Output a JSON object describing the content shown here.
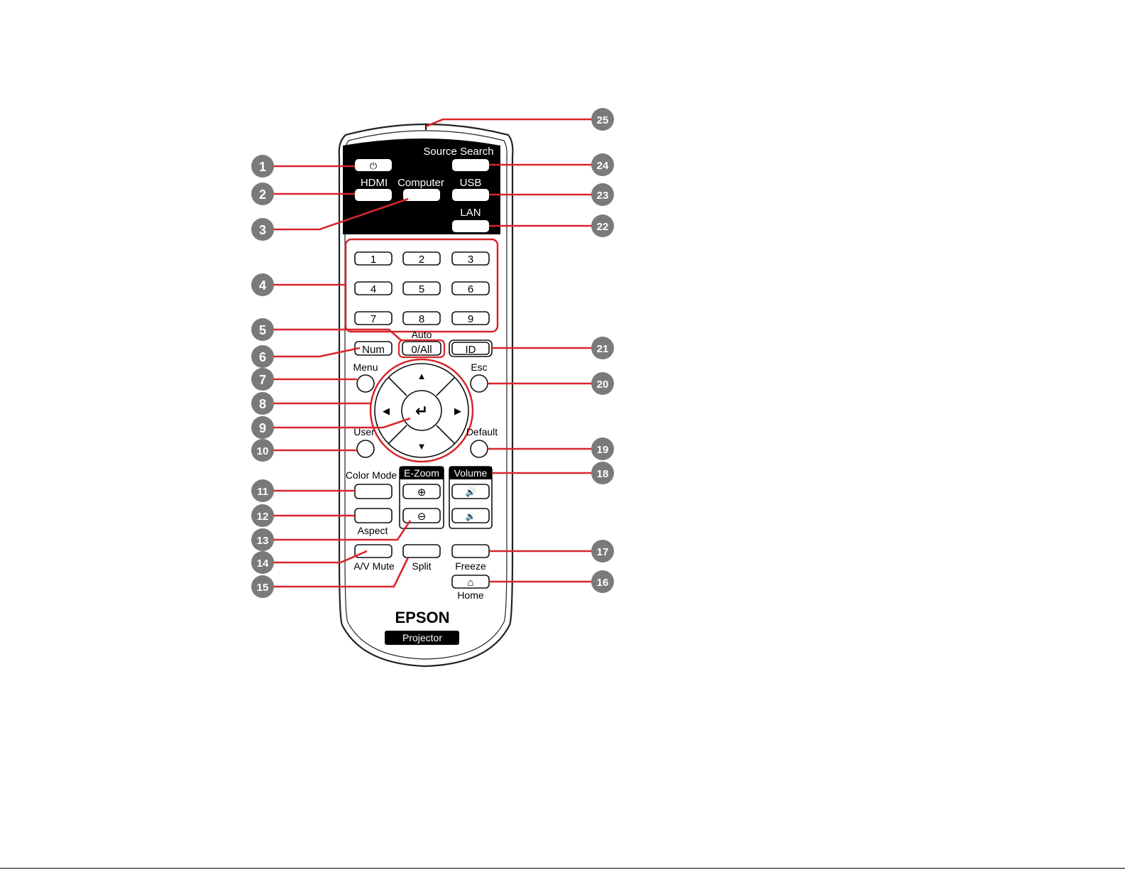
{
  "colors": {
    "callout": "#d7262c",
    "badge": "#7a7a7a",
    "panel": "#000000",
    "body_fill": "#ffffff",
    "outline": "#222222"
  },
  "remote": {
    "brand": "EPSON",
    "badge": "Projector",
    "power_icon": "power-icon",
    "source_labels": {
      "hdmi": "HDMI",
      "computer": "Computer",
      "source_search": "Source Search",
      "usb": "USB",
      "lan": "LAN"
    },
    "numpad": [
      "1",
      "2",
      "3",
      "4",
      "5",
      "6",
      "7",
      "8",
      "9"
    ],
    "auto_label": "Auto",
    "zero_all": "0/All",
    "num": "Num",
    "id": "ID",
    "menu": "Menu",
    "esc": "Esc",
    "user": "User",
    "default": "Default",
    "color_mode": "Color Mode",
    "aspect": "Aspect",
    "ezoom_title": "E-Zoom",
    "volume_title": "Volume",
    "av_mute": "A/V Mute",
    "split": "Split",
    "freeze": "Freeze",
    "home": "Home",
    "arrow_up": "▲",
    "arrow_down": "▼",
    "arrow_left": "◀",
    "arrow_right": "▶",
    "enter_glyph": "↵",
    "zoom_in_glyph": "⊕",
    "zoom_out_glyph": "⊖",
    "vol_up_glyph": "🔊",
    "vol_down_glyph": "🔉",
    "home_glyph": "⌂"
  },
  "callouts": [
    "1",
    "2",
    "3",
    "4",
    "5",
    "6",
    "7",
    "8",
    "9",
    "10",
    "11",
    "12",
    "13",
    "14",
    "15",
    "16",
    "17",
    "18",
    "19",
    "20",
    "21",
    "22",
    "23",
    "24",
    "25"
  ]
}
